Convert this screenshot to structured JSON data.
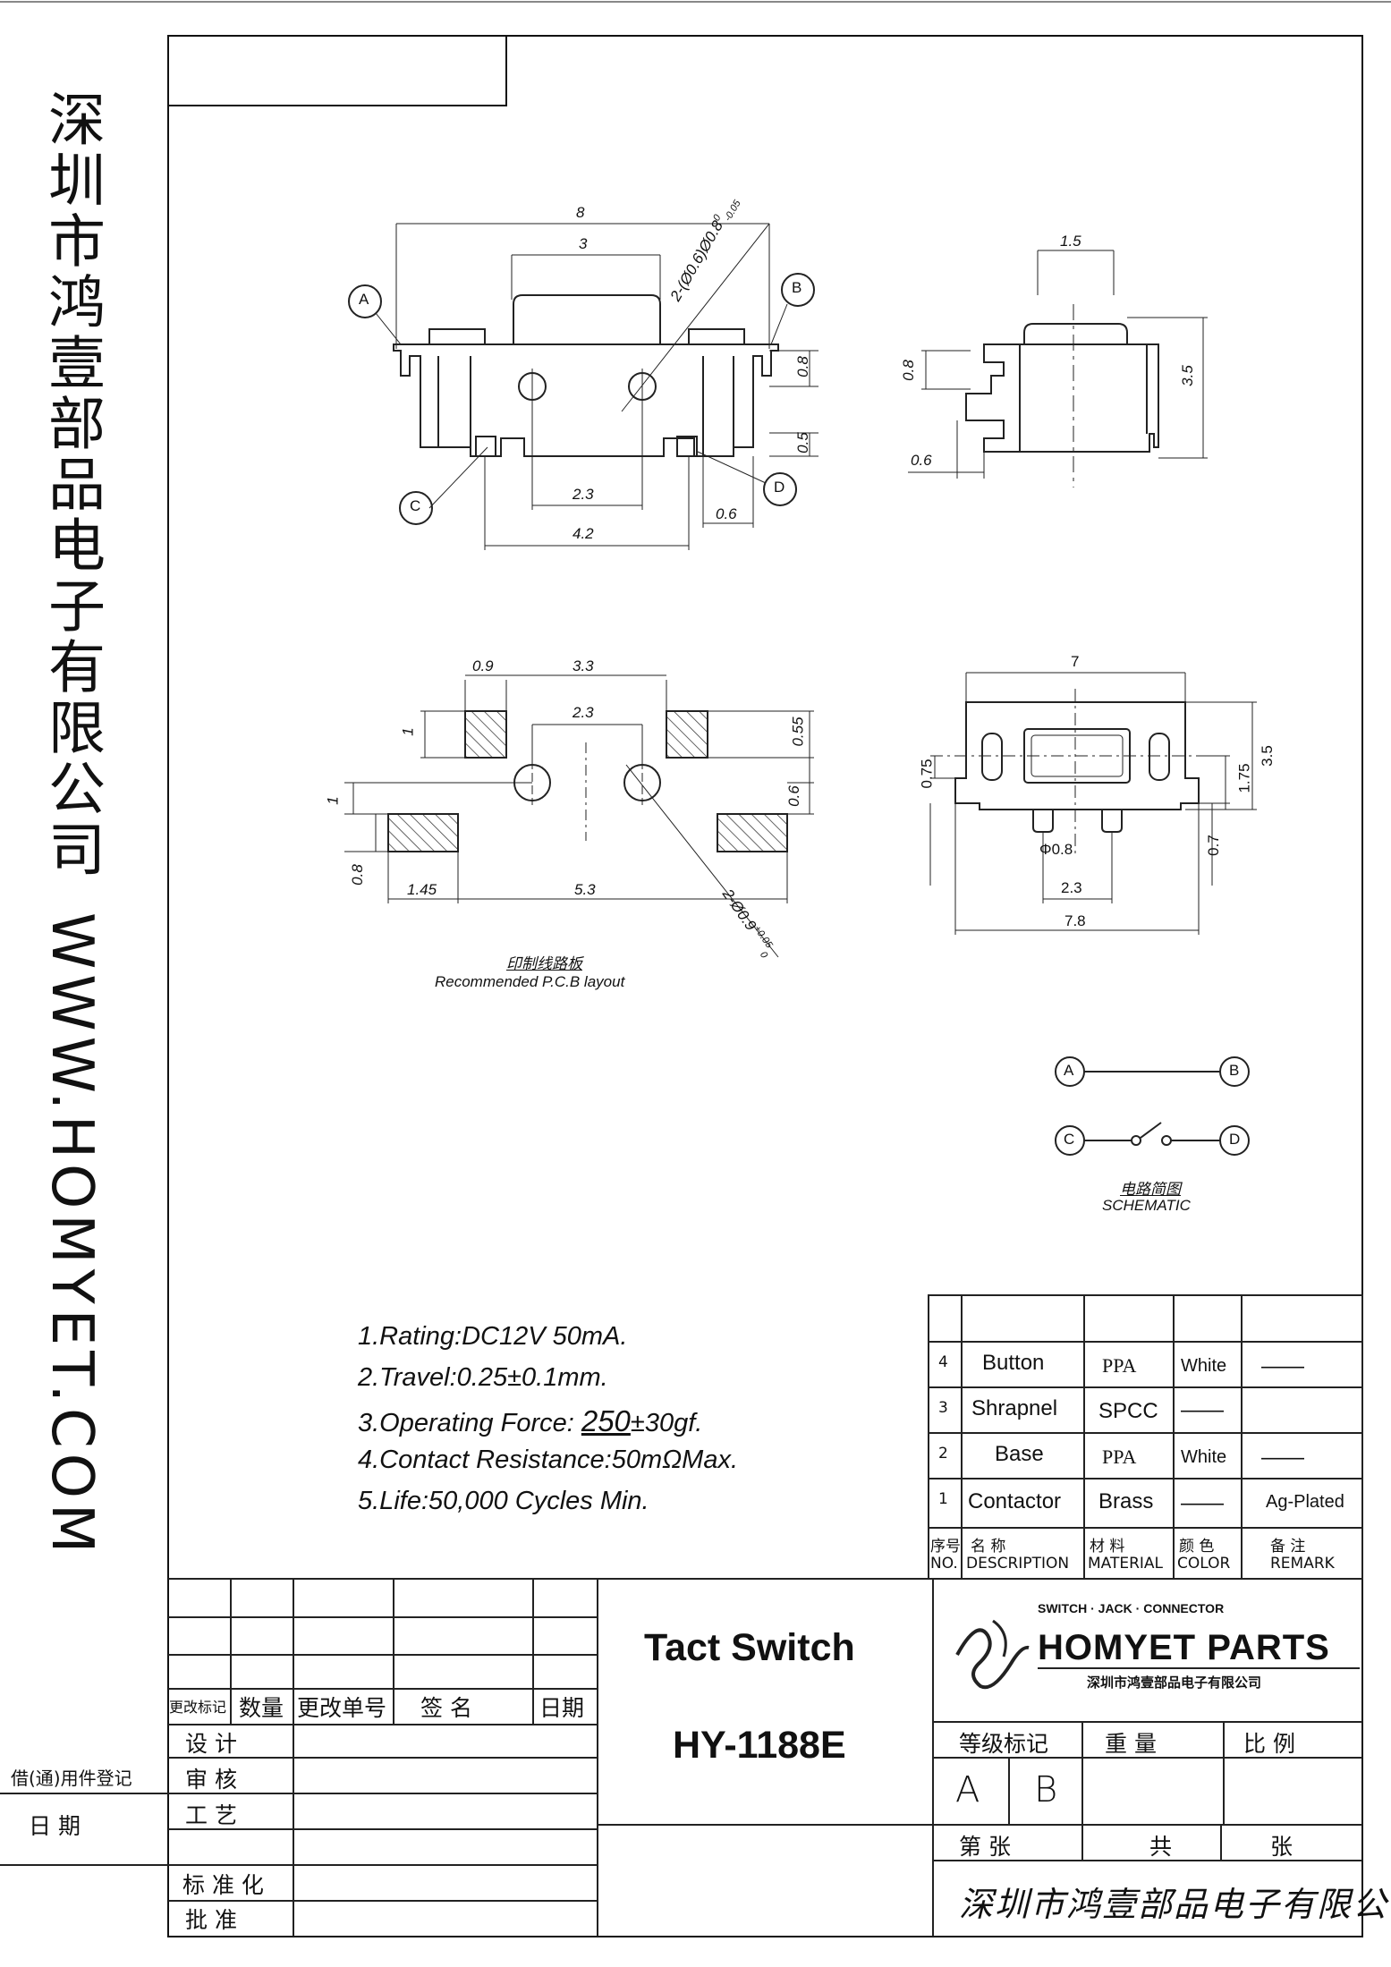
{
  "sidebar": {
    "company_cn": "深圳市鸿壹部品电子有限公司",
    "website": "WWW.HOMYET.COM"
  },
  "drawing": {
    "markers": {
      "a": "A",
      "b": "B",
      "c": "C",
      "d": "D"
    },
    "front_view": {
      "overall_width": "8",
      "button_width": "3",
      "hole_note": "2-(Ø0.6)Ø0.8",
      "hole_tol_top": "0",
      "hole_tol_bottom": "-0.05",
      "side_height": "0.8",
      "bottom_height": "0.5",
      "hole_pitch": "2.3",
      "leg_width": "0.6",
      "body_width": "4.2"
    },
    "side_view": {
      "top_width": "1.5",
      "leg_height": "0.8",
      "height": "3.5",
      "leg_length": "0.6"
    },
    "pcb_layout": {
      "pad_width": "0.9",
      "pad_spacing": "3.3",
      "hole_spacing": "2.3",
      "pad_height": "1",
      "top_gap": "0.55",
      "mid_gap": "0.6",
      "lower_pad_height": "1",
      "lower_pad_thickness": "0.8",
      "lower_pad_width": "1.45",
      "lower_pad_spacing": "5.3",
      "hole_note": "2-Ø0.9",
      "hole_tol_top": "+0.05",
      "hole_tol_bottom": "0",
      "caption_cn": "印制线路板",
      "caption_en": "Recommended P.C.B layout"
    },
    "top_view": {
      "width": "7",
      "left_offset": "0.75",
      "center_height": "1.75",
      "height": "3.5",
      "bottom_offset": "0.7",
      "post_diameter": "Φ0.8",
      "post_pitch": "2.3",
      "overall_width": "7.8"
    },
    "schematic": {
      "caption_cn": "电路简图",
      "caption_en": "SCHEMATIC"
    }
  },
  "specs": [
    "1.Rating:DC12V 50mA.",
    "2.Travel:0.25±0.1mm.",
    "3.Operating Force: ",
    "4.Contact Resistance:50mΩMax.",
    "5.Life:50,000 Cycles Min."
  ],
  "force_value": "250",
  "force_tol": "±30gf",
  "force_dot": ".",
  "bom": {
    "rows": [
      {
        "no": "4",
        "description": "Button",
        "material": "PPA",
        "color": "White",
        "remark": "——"
      },
      {
        "no": "3",
        "description": "Shrapnel",
        "material": "SPCC",
        "color": "——",
        "remark": ""
      },
      {
        "no": "2",
        "description": "Base",
        "material": "PPA",
        "color": "White",
        "remark": "——"
      },
      {
        "no": "1",
        "description": "Contactor",
        "material": "Brass",
        "color": "——",
        "remark": "Ag-Plated"
      }
    ],
    "header": {
      "no_cn": "序号",
      "no_en": "NO.",
      "desc_cn": "名 称",
      "desc_en": "DESCRIPTION",
      "mat_cn": "材 料",
      "mat_en": "MATERIAL",
      "color_cn": "颜 色",
      "color_en": "COLOR",
      "remark_cn": "备 注",
      "remark_en": "REMARK"
    }
  },
  "title_block": {
    "rev_mark": "更改标记",
    "qty": "数量",
    "change_no": "更改单号",
    "sign": "签    名",
    "date": "日期",
    "design": "设    计",
    "review": "审    核",
    "process": "工    艺",
    "standard": "标 准 化",
    "approve": "批    准",
    "borrow": "借(通)用件登记",
    "date_label": "日    期",
    "product_name": "Tact  Switch",
    "model": "HY-1188E",
    "brand_tagline": "SWITCH · JACK · CONNECTOR",
    "brand_name": "HOMYET PARTS",
    "brand_cn": "深圳市鸿壹部品电子有限公司",
    "grade": "等级标记",
    "weight": "重        量",
    "scale": "比        例",
    "grade_a": "A",
    "grade_b": "B",
    "sheet": "第      张",
    "total": "共",
    "sheets": "张",
    "signature": "深圳市鸿壹部品电子有限公司"
  }
}
